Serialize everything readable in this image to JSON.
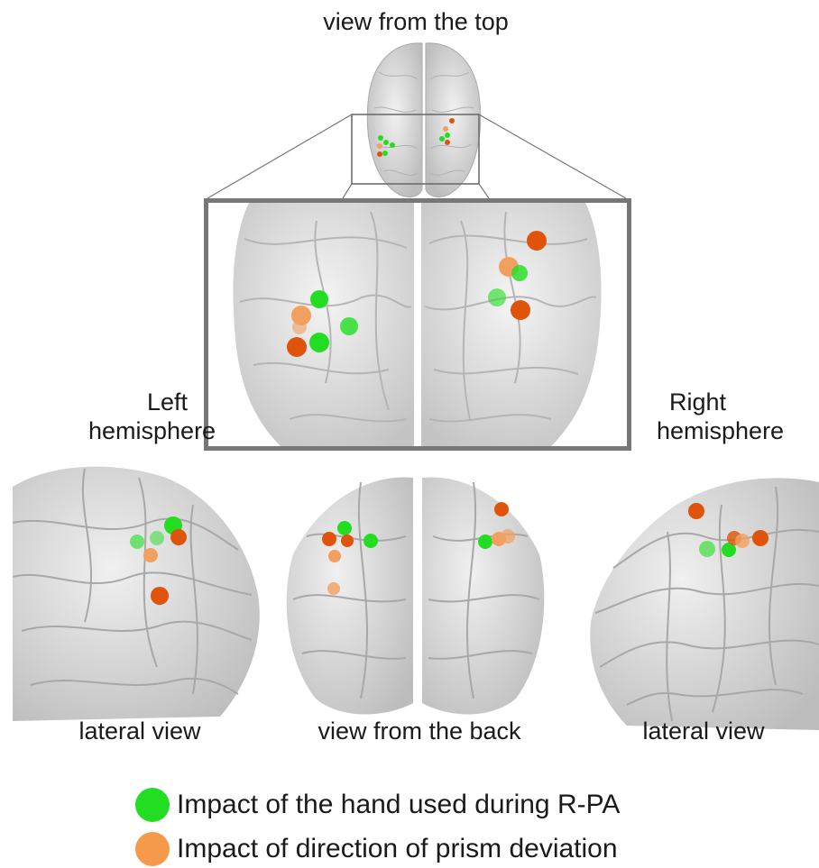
{
  "labels": {
    "top_view": "view from the top",
    "left_hemisphere_line1": "Left",
    "left_hemisphere_line2": "hemisphere",
    "right_hemisphere_line1": "Right",
    "right_hemisphere_line2": "hemisphere",
    "left_lateral": "lateral view",
    "back_view": "view from the back",
    "right_lateral": "lateral view"
  },
  "legend": [
    {
      "label": "Impact of the hand used during R-PA",
      "color": "#22dd22"
    },
    {
      "label": "Impact of direction of prism deviation",
      "color": "#f59a4a"
    }
  ],
  "colors": {
    "hand": "#22dd22",
    "prism_dark": "#e0530a",
    "prism_light": "#f2a060",
    "brain": "#d6d6d6",
    "frame": "#777777"
  }
}
